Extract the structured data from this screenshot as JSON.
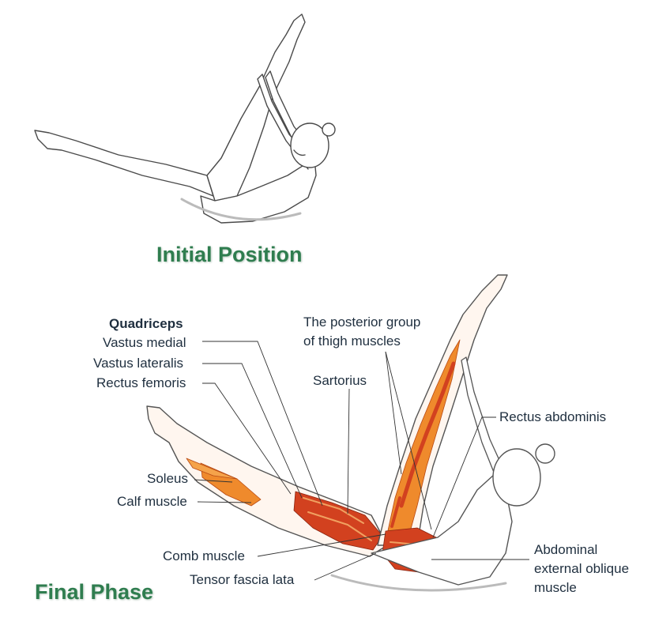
{
  "headings": {
    "initial": "Initial Position",
    "final": "Final Phase"
  },
  "labels": {
    "quadriceps": "Quadriceps",
    "vastus_medial": "Vastus medial",
    "vastus_lateralis": "Vastus lateralis",
    "rectus_femoris": "Rectus femoris",
    "posterior_line1": "The posterior group",
    "posterior_line2": "of thigh muscles",
    "sartorius": "Sartorius",
    "rectus_abdominis": "Rectus abdominis",
    "soleus": "Soleus",
    "calf_muscle": "Calf muscle",
    "comb_muscle": "Comb muscle",
    "tensor_fascia_lata": "Tensor fascia lata",
    "oblique_line1": "Abdominal",
    "oblique_line2": "external oblique",
    "oblique_line3": "muscle"
  },
  "colors": {
    "heading": "#2f7d4f",
    "muscle": "#d2411f",
    "muscle_light": "#ef8a2c",
    "outline": "#555555",
    "label_text": "#1f2f3f"
  }
}
